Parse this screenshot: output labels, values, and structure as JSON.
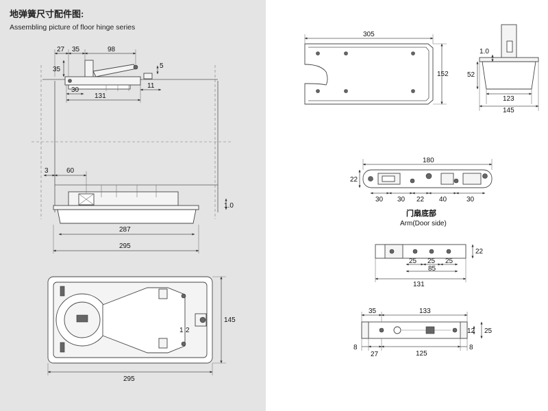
{
  "header": {
    "title_cn": "地弹簧尺寸配件图:",
    "title_en": "Assembling picture of floor hinge series"
  },
  "left": {
    "top_dims": {
      "d27": "27",
      "d35": "35",
      "d98": "98",
      "d35v": "35",
      "d5": "5",
      "d30": "30",
      "d131": "131",
      "d11": "11"
    },
    "mid_dims": {
      "d3": "3",
      "d60": "60",
      "d1_0": "1.0",
      "d287": "287",
      "d295": "295"
    },
    "bottom_dims": {
      "d145": "145",
      "d295": "295",
      "n1": "1",
      "n2": "2"
    }
  },
  "right": {
    "plate_top": {
      "d305": "305",
      "d152": "152"
    },
    "side_view": {
      "d1_0": "1.0",
      "d52": "52",
      "d123": "123",
      "d145": "145"
    },
    "arm": {
      "d180": "180",
      "d22": "22",
      "d30a": "30",
      "d30b": "30",
      "d22b": "22",
      "d40": "40",
      "d30c": "30"
    },
    "arm_caption_cn": "门扇底部",
    "arm_caption_en": "Arm(Door side)",
    "bracket": {
      "d22": "22",
      "d25a": "25",
      "d25b": "25",
      "d25c": "25",
      "d85": "85",
      "d131": "131"
    },
    "pivot": {
      "d35": "35",
      "d133": "133",
      "d12": "12",
      "d25": "25",
      "d8a": "8",
      "d27": "27",
      "d125": "125",
      "d8b": "8"
    }
  }
}
